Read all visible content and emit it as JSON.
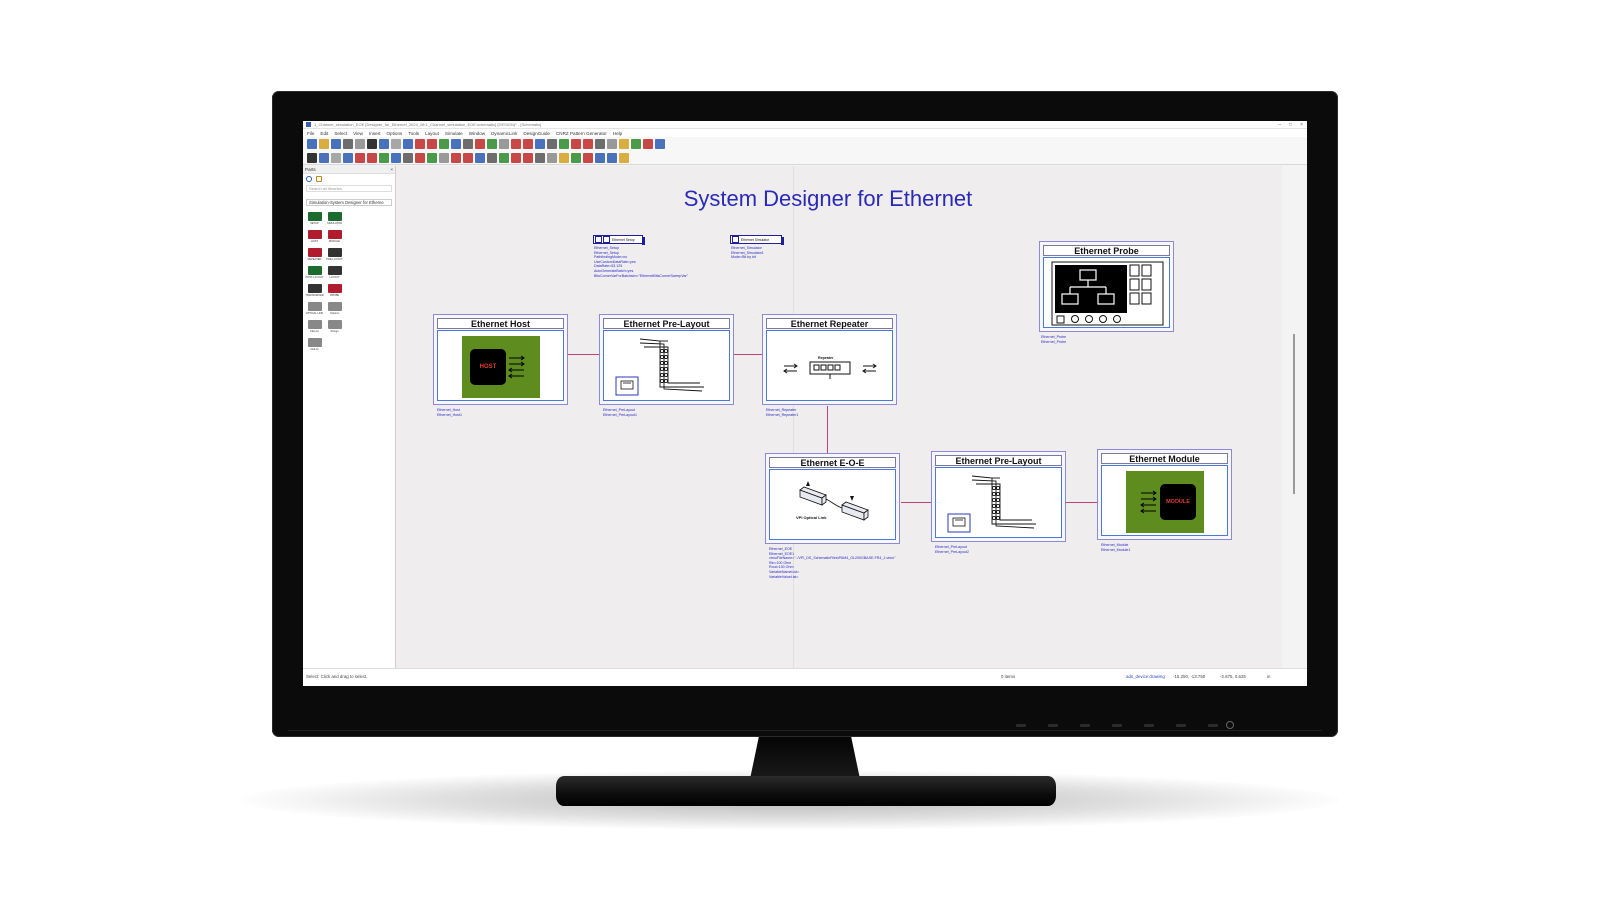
{
  "window": {
    "title": "1_Channel_simulation_EOE [Designer_for_Ethernet_2024_08:1_Channel_simulation_EOE:schematic] (DESIGN)* - [Schematic]",
    "controls": [
      "–",
      "□",
      "×"
    ]
  },
  "menu": [
    "File",
    "Edit",
    "Select",
    "View",
    "Insert",
    "Options",
    "Tools",
    "Layout",
    "Simulate",
    "Window",
    "DynamicLink",
    "DesignGuide",
    "CNRZ Pattern Generator",
    "Help"
  ],
  "parts_panel": {
    "title": "Parts",
    "search_placeholder": "Search all libraries",
    "library": "Simulation-System Designer for Etherne",
    "palette": [
      {
        "label": "SETUP",
        "icon": "setup-icon",
        "color": "#1b6a2e"
      },
      {
        "label": "SIMULATOR",
        "icon": "simulator-icon",
        "color": "#1b6a2e"
      },
      {
        "label": "HOST",
        "icon": "host-icon",
        "color": "#b01c2e"
      },
      {
        "label": "MODULE",
        "icon": "module-icon",
        "color": "#b01c2e"
      },
      {
        "label": "REPEATER",
        "icon": "repeater-icon",
        "color": "#b01c2e"
      },
      {
        "label": "PRE-LAYOUT",
        "icon": "prelayout-icon",
        "color": "#333333"
      },
      {
        "label": "POST-LAYOUT",
        "icon": "postlayout-icon",
        "color": "#1b6a2e"
      },
      {
        "label": "LAYOUT",
        "icon": "layout-icon",
        "color": "#333333"
      },
      {
        "label": "TRANSCEIVER",
        "icon": "transceiver-icon",
        "color": "#333333"
      },
      {
        "label": "PROBE",
        "icon": "probe-icon",
        "color": "#b01c2e"
      },
      {
        "label": "OPTICAL LINK",
        "icon": "optical-link-icon",
        "color": "#888888"
      },
      {
        "label": "Options",
        "icon": "options-icon",
        "color": "#888888"
      },
      {
        "label": "FileList",
        "icon": "filelist-icon",
        "color": "#888888"
      },
      {
        "label": "Strings",
        "icon": "strings-icon",
        "color": "#888888"
      },
      {
        "label": "NetList",
        "icon": "netlist-icon",
        "color": "#888888"
      }
    ]
  },
  "canvas": {
    "heading": "System Designer for Ethernet",
    "setup": {
      "label": "Ethernet Setup",
      "params": "Ethernet_Setup\nEthernet_Setup\nPathfindingMode=no\nUseCustomDataRate=yes\nDataRate=53.125\nAutoGenerateBatch=yes\nBitsCornerVarForBatchsim=\"EthernetBitsCornerSweepVar\""
    },
    "simulator": {
      "label": "Ethernet Simulator",
      "params": "Ethernet_Simulator\nEthernet_Simulator1\nMode=Bit by bit"
    },
    "probe": {
      "title": "Ethernet Probe",
      "params": "Ethernet_Probe\nEthernet_Probe"
    },
    "host": {
      "title": "Ethernet Host",
      "chip_label": "HOST",
      "params": "Ethernet_Host\nEthernet_Host1"
    },
    "prelayout1": {
      "title": "Ethernet Pre-Layout",
      "params": "Ethernet_PreLayout\nEthernet_PreLayout1"
    },
    "repeater": {
      "title": "Ethernet Repeater",
      "device_label": "Repeater",
      "params": "Ethernet_Repeater\nEthernet_Repeater1"
    },
    "eoe": {
      "title": "Ethernet E-O-E",
      "link_label": "VPI Optical Link",
      "params": "Ethernet_EOE\nEthernet_EOE1\nvtmuFileName=\"../VPI_DS_SchematicFiles\\PAM4_OL200GBASE-FR4_1.vtmu\"\nRin=100 Ohm\nRout=100 Ohm\nVariableNameList=\nVariableValueList="
    },
    "prelayout2": {
      "title": "Ethernet Pre-Layout",
      "params": "Ethernet_PreLayout\nEthernet_PreLayout2"
    },
    "module": {
      "title": "Ethernet Module",
      "chip_label": "MODULE",
      "params": "Ethernet_Module\nEthernet_Module1"
    }
  },
  "status": {
    "hint": "Select: Click and drag to select.",
    "items": "0 items",
    "context": "ads_device:drawing",
    "coords1": "-15.250, -13.750",
    "coords2": "-2.875, 0.625",
    "unit": "in"
  },
  "colors": {
    "heading": "#2a2ab8",
    "wire": "#c0407a",
    "chip_bg": "#5f8c1e",
    "param_text": "#2828c8"
  }
}
